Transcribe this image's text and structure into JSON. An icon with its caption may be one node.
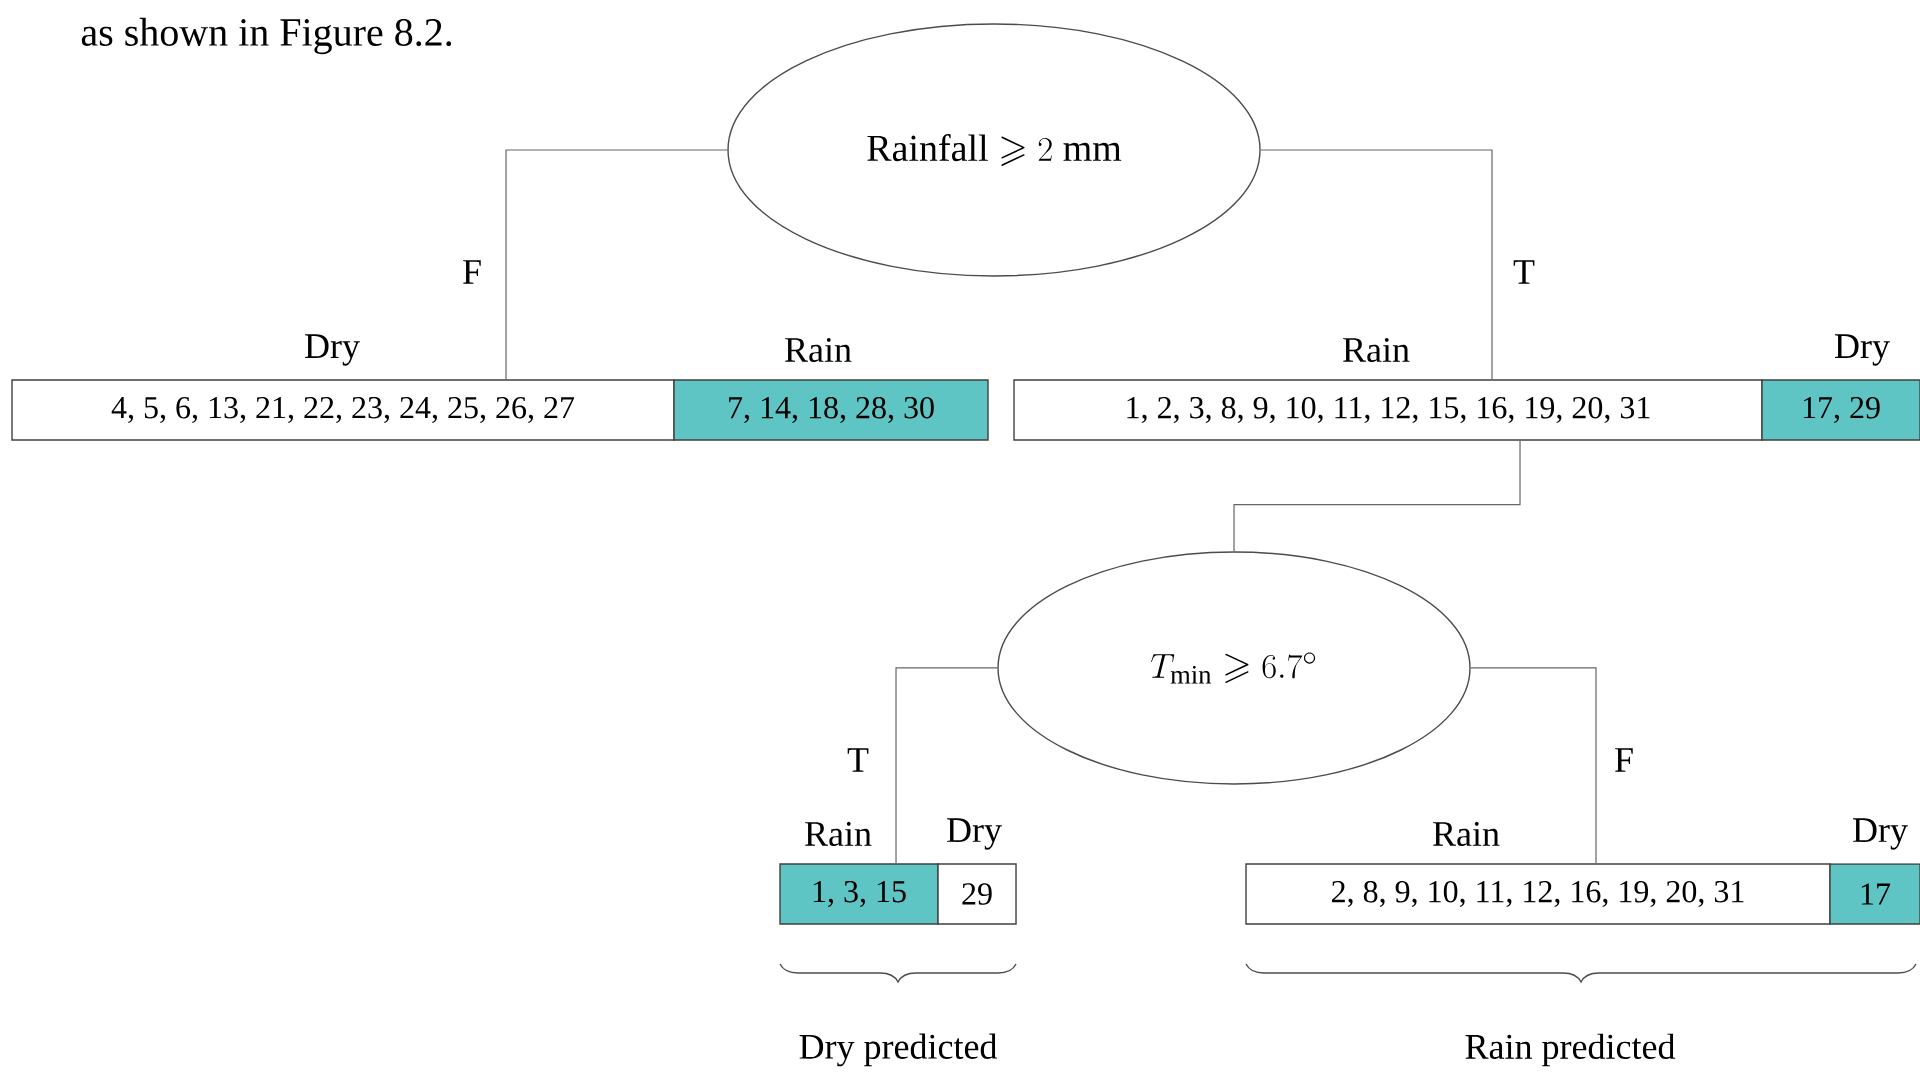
{
  "diagram": {
    "nodes": [
      {
        "text": [
          "\\mathrm{Rainfall} \\geqslant 2\\ \\mathrm{mm}"
        ]
      },
      {
        "text": [
          "Dry",
          "4, 5, 6, 13, 21, 22, 23, 24, 25, 26, 27"
        ]
      },
      {
        "text": [
          "Rain",
          "7, 14, 18, 28, 30"
        ]
      },
      {
        "text": [
          "Rain",
          "1, 2, 3, 8, 9, 10, 11, 12, 15, 16, 19, 20, 31"
        ]
      },
      {
        "text": [
          "Dry",
          "17, 29"
        ]
      },
      {
        "text": [
          "T_{\\mathrm{min}} \\geqslant 6.7^{\\circ}"
        ]
      },
      {
        "text": [
          "Rain",
          "1, 3, 15"
        ]
      },
      {
        "text": [
          "Dry",
          "29"
        ]
      },
      {
        "text": [
          "Rain",
          "2, 8, 9, 10, 11, 12, 16, 19, 20, 31"
        ]
      },
      {
        "text": [
          "Dry",
          "17"
        ]
      }
    ],
    "edges": [
      {
        "from": 0,
        "to": 1,
        "arrow": "none",
        "label": "F"
      },
      {
        "from": 0,
        "to": 3,
        "arrow": "none",
        "label": "T"
      },
      {
        "from": 3,
        "to": 5,
        "arrow": "none"
      },
      {
        "from": 5,
        "to": 6,
        "arrow": "none",
        "label": "T"
      },
      {
        "from": 5,
        "to": 8,
        "arrow": "none",
        "label": "F"
      }
    ],
    "labels": [
      "as shown in Figure 8.2.",
      "Dry predicted",
      "Rain predicted"
    ]
  }
}
